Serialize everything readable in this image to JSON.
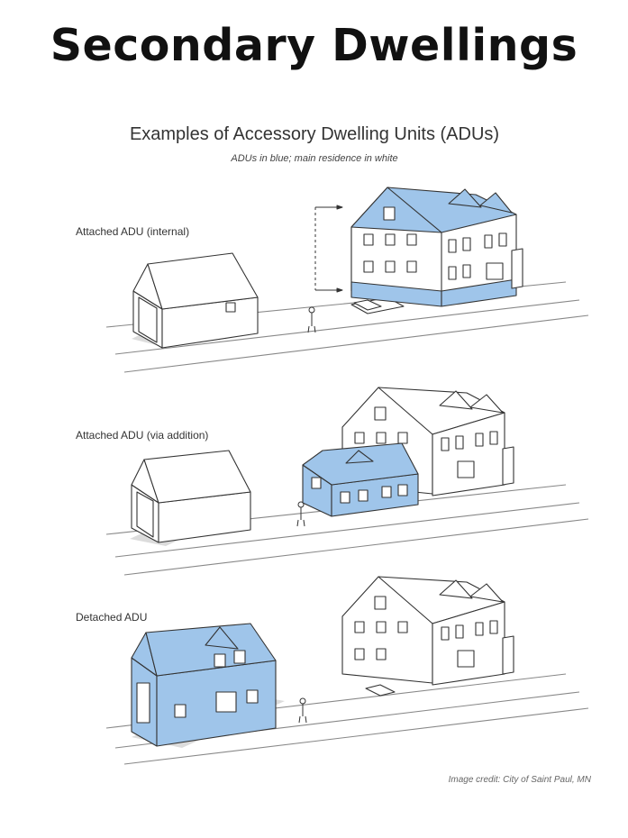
{
  "page_title": "Secondary Dwellings",
  "figure": {
    "title": "Examples of Accessory Dwelling Units (ADUs)",
    "subtitle": "ADUs in blue; main residence in white",
    "rows": [
      {
        "label": "Attached ADU (internal)"
      },
      {
        "label": "Attached ADU (via addition)"
      },
      {
        "label": "Detached ADU"
      }
    ],
    "credit": "Image credit: City of Saint Paul, MN"
  },
  "colors": {
    "adu_blue": "#9fc5ea",
    "line": "#333333",
    "shadow": "#d9d9d9",
    "white": "#ffffff"
  }
}
